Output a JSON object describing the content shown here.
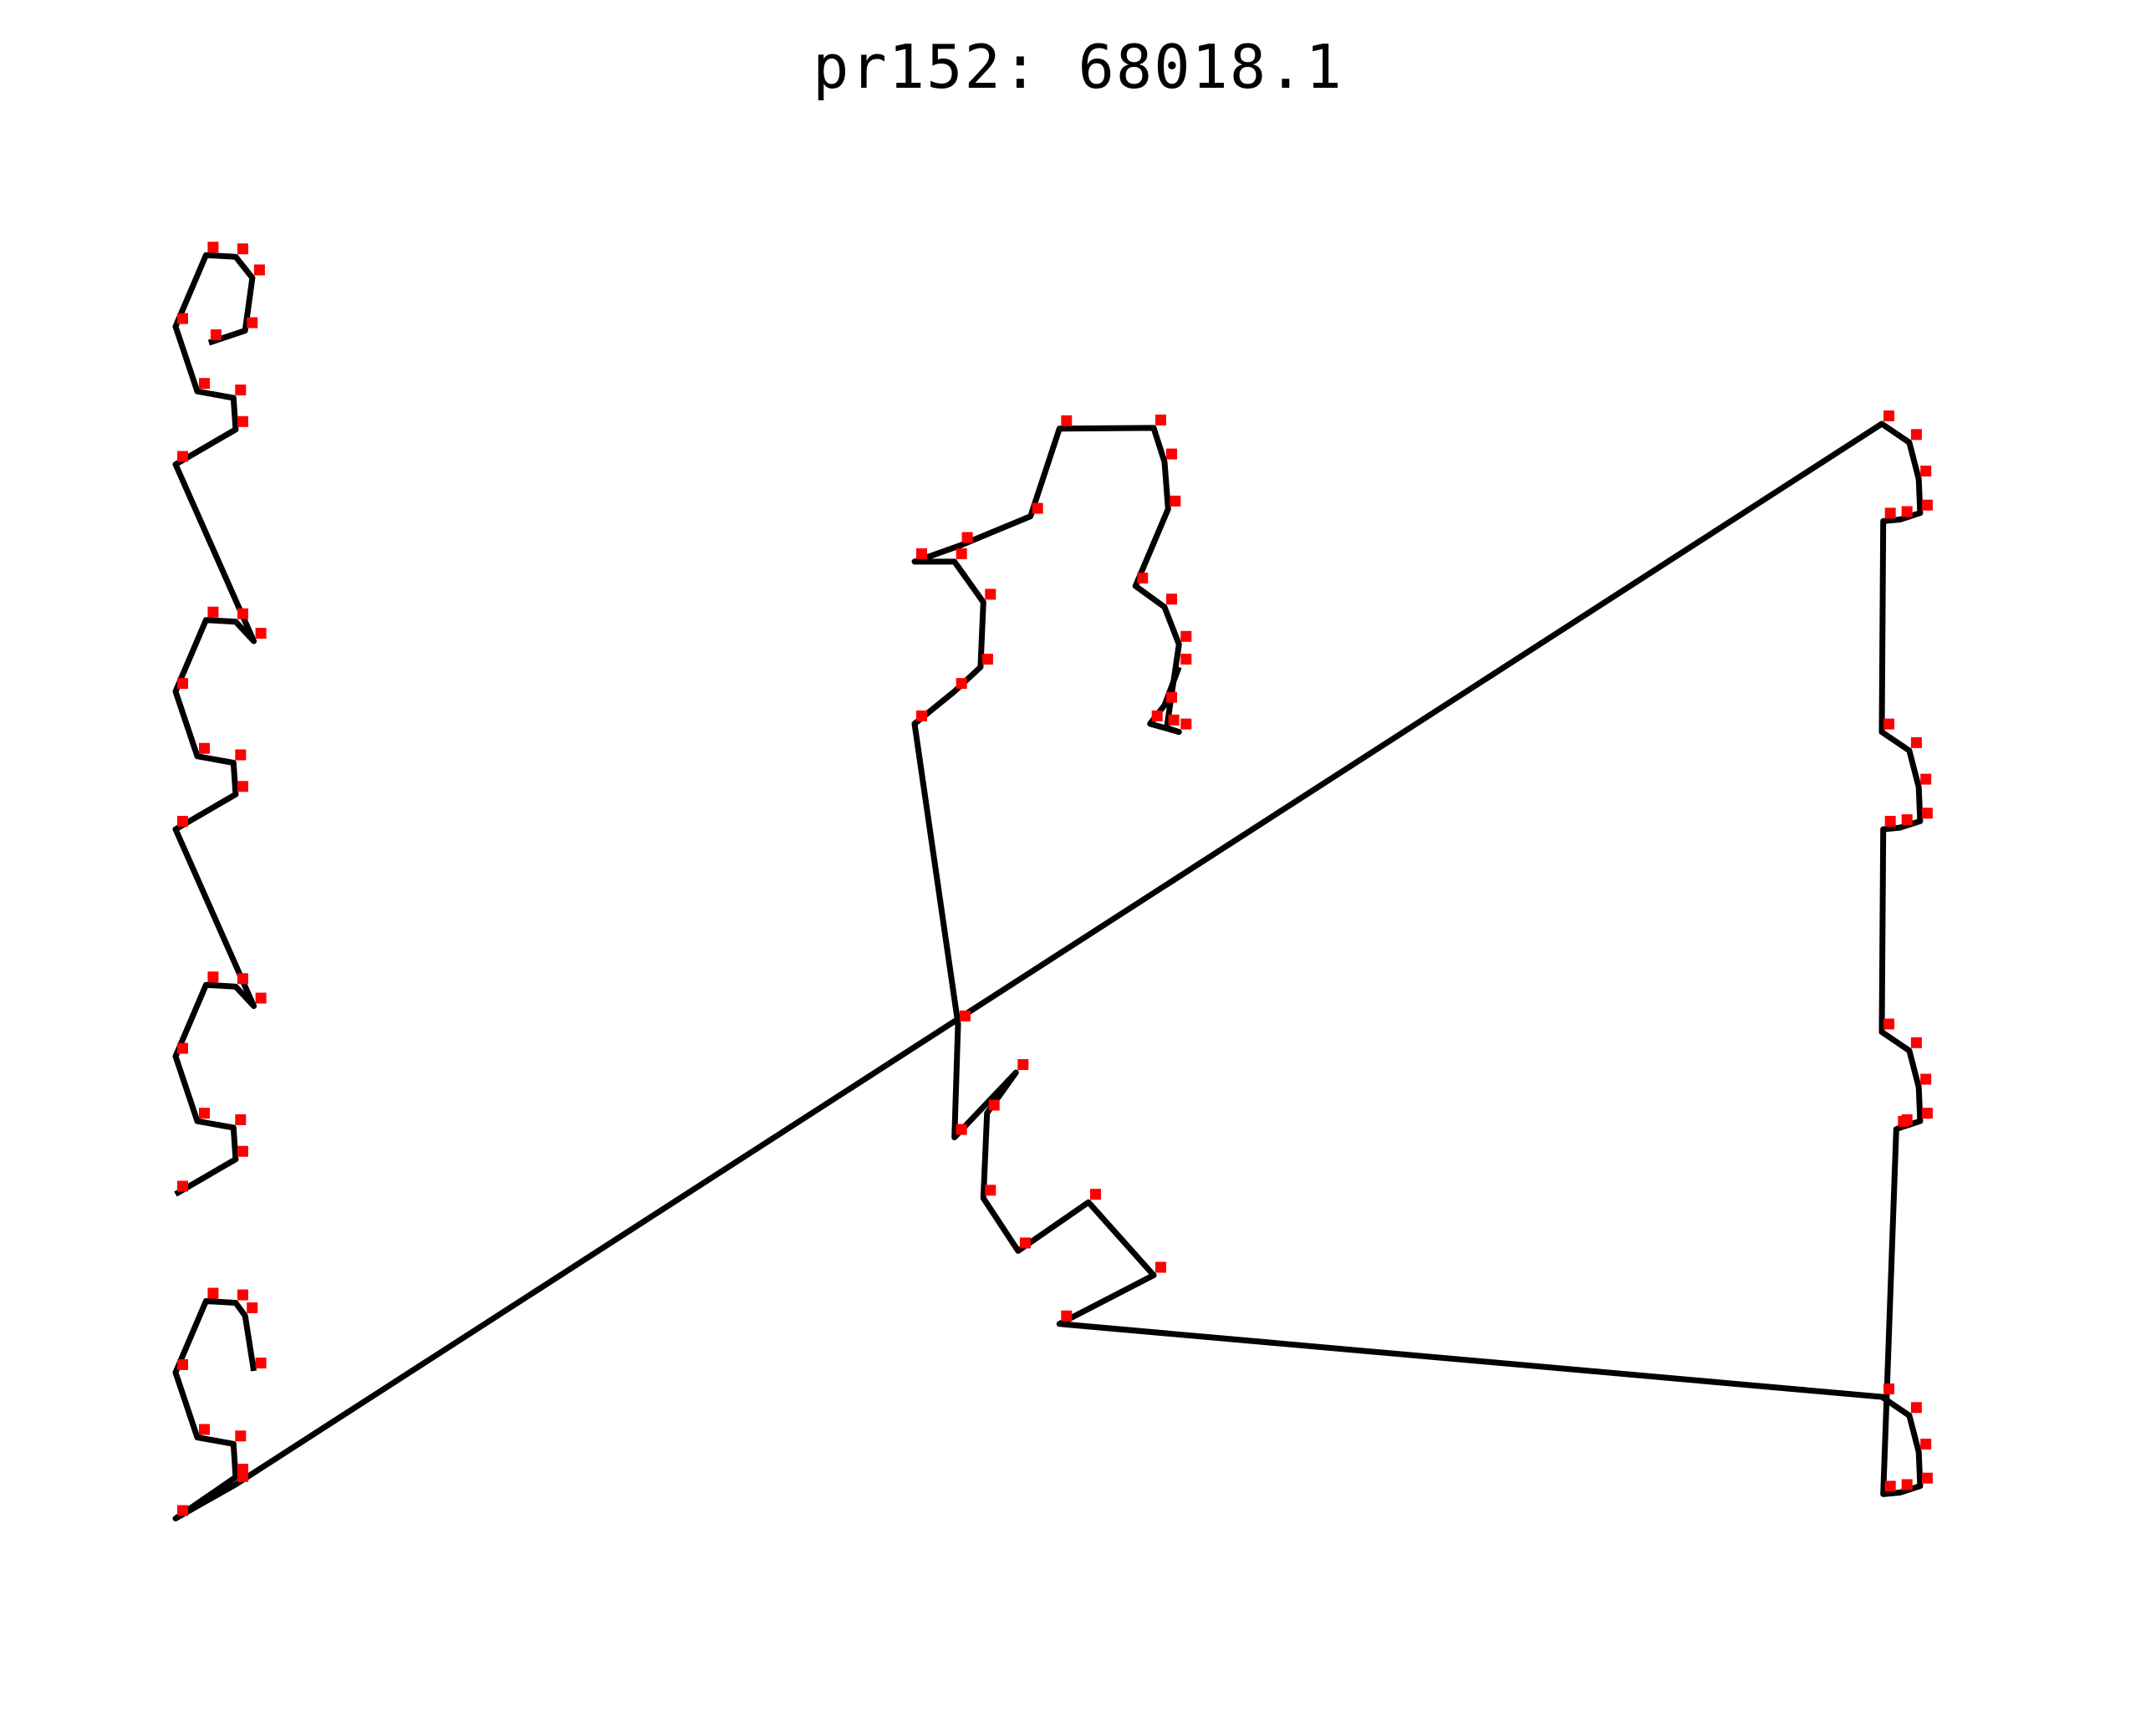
{
  "chart_data": {
    "type": "line",
    "title": "pr152: 68018.1",
    "xlabel": "",
    "ylabel": "",
    "axes_visible": false,
    "grid": false,
    "colors": {
      "route": "#000000",
      "cities": "#ff0000"
    },
    "xlim": [
      0,
      2400
    ],
    "ylim": [
      0,
      1600
    ],
    "segments": [
      [
        [
          46,
          1500
        ],
        [
          96,
          1515
        ],
        [
          106,
          1580
        ],
        [
          83,
          1606
        ],
        [
          42,
          1608
        ],
        [
          0,
          1520
        ],
        [
          30,
          1440
        ],
        [
          80,
          1432
        ],
        [
          83,
          1393
        ],
        [
          0,
          1350
        ],
        [
          108,
          1132
        ],
        [
          83,
          1156
        ],
        [
          42,
          1158
        ],
        [
          0,
          1070
        ],
        [
          30,
          990
        ],
        [
          80,
          982
        ],
        [
          83,
          943
        ],
        [
          0,
          900
        ],
        [
          108,
          682
        ],
        [
          83,
          706
        ],
        [
          42,
          708
        ],
        [
          0,
          620
        ],
        [
          30,
          540
        ],
        [
          80,
          532
        ],
        [
          83,
          493
        ],
        [
          0,
          450
        ]
      ],
      [
        [
          108,
          232
        ],
        [
          96,
          300
        ],
        [
          83,
          316
        ],
        [
          42,
          318
        ],
        [
          0,
          230
        ],
        [
          30,
          150
        ],
        [
          80,
          142
        ],
        [
          83,
          101
        ],
        [
          0,
          50
        ],
        [
          83,
          92
        ],
        [
          2355,
          1400
        ],
        [
          2393,
          1377
        ],
        [
          2406,
          1332
        ],
        [
          2408,
          1290
        ],
        [
          2380,
          1282
        ],
        [
          2357,
          1280
        ],
        [
          2355,
          1020
        ],
        [
          2393,
          997
        ],
        [
          2406,
          952
        ],
        [
          2408,
          910
        ],
        [
          2380,
          902
        ],
        [
          2357,
          900
        ],
        [
          2355,
          650
        ],
        [
          2393,
          627
        ],
        [
          2406,
          582
        ],
        [
          2408,
          540
        ],
        [
          2380,
          532
        ],
        [
          2375,
          530
        ],
        [
          2357,
          80
        ],
        [
          2380,
          82
        ],
        [
          2408,
          90
        ],
        [
          2406,
          132
        ],
        [
          2393,
          177
        ],
        [
          2355,
          200
        ],
        [
          1220,
          290
        ],
        [
          1350,
          350
        ],
        [
          1260,
          440
        ],
        [
          1163,
          380
        ],
        [
          1115,
          445
        ],
        [
          1120,
          550
        ],
        [
          1160,
          600
        ],
        [
          1075,
          520
        ],
        [
          1080,
          660
        ],
        [
          1020,
          1030
        ],
        [
          1075,
          1070
        ],
        [
          1111,
          1100
        ],
        [
          1115,
          1180
        ],
        [
          1075,
          1230
        ],
        [
          1020,
          1230
        ],
        [
          1083,
          1250
        ],
        [
          1180,
          1286
        ],
        [
          1220,
          1394
        ],
        [
          1350,
          1395
        ],
        [
          1365,
          1353
        ],
        [
          1370,
          1295
        ],
        [
          1325,
          1200
        ],
        [
          1365,
          1174
        ],
        [
          1385,
          1128
        ],
        [
          1368,
          1025
        ],
        [
          1385,
          1020
        ],
        [
          1345,
          1030
        ],
        [
          1365,
          1053
        ],
        [
          1385,
          1100
        ]
      ]
    ]
  }
}
